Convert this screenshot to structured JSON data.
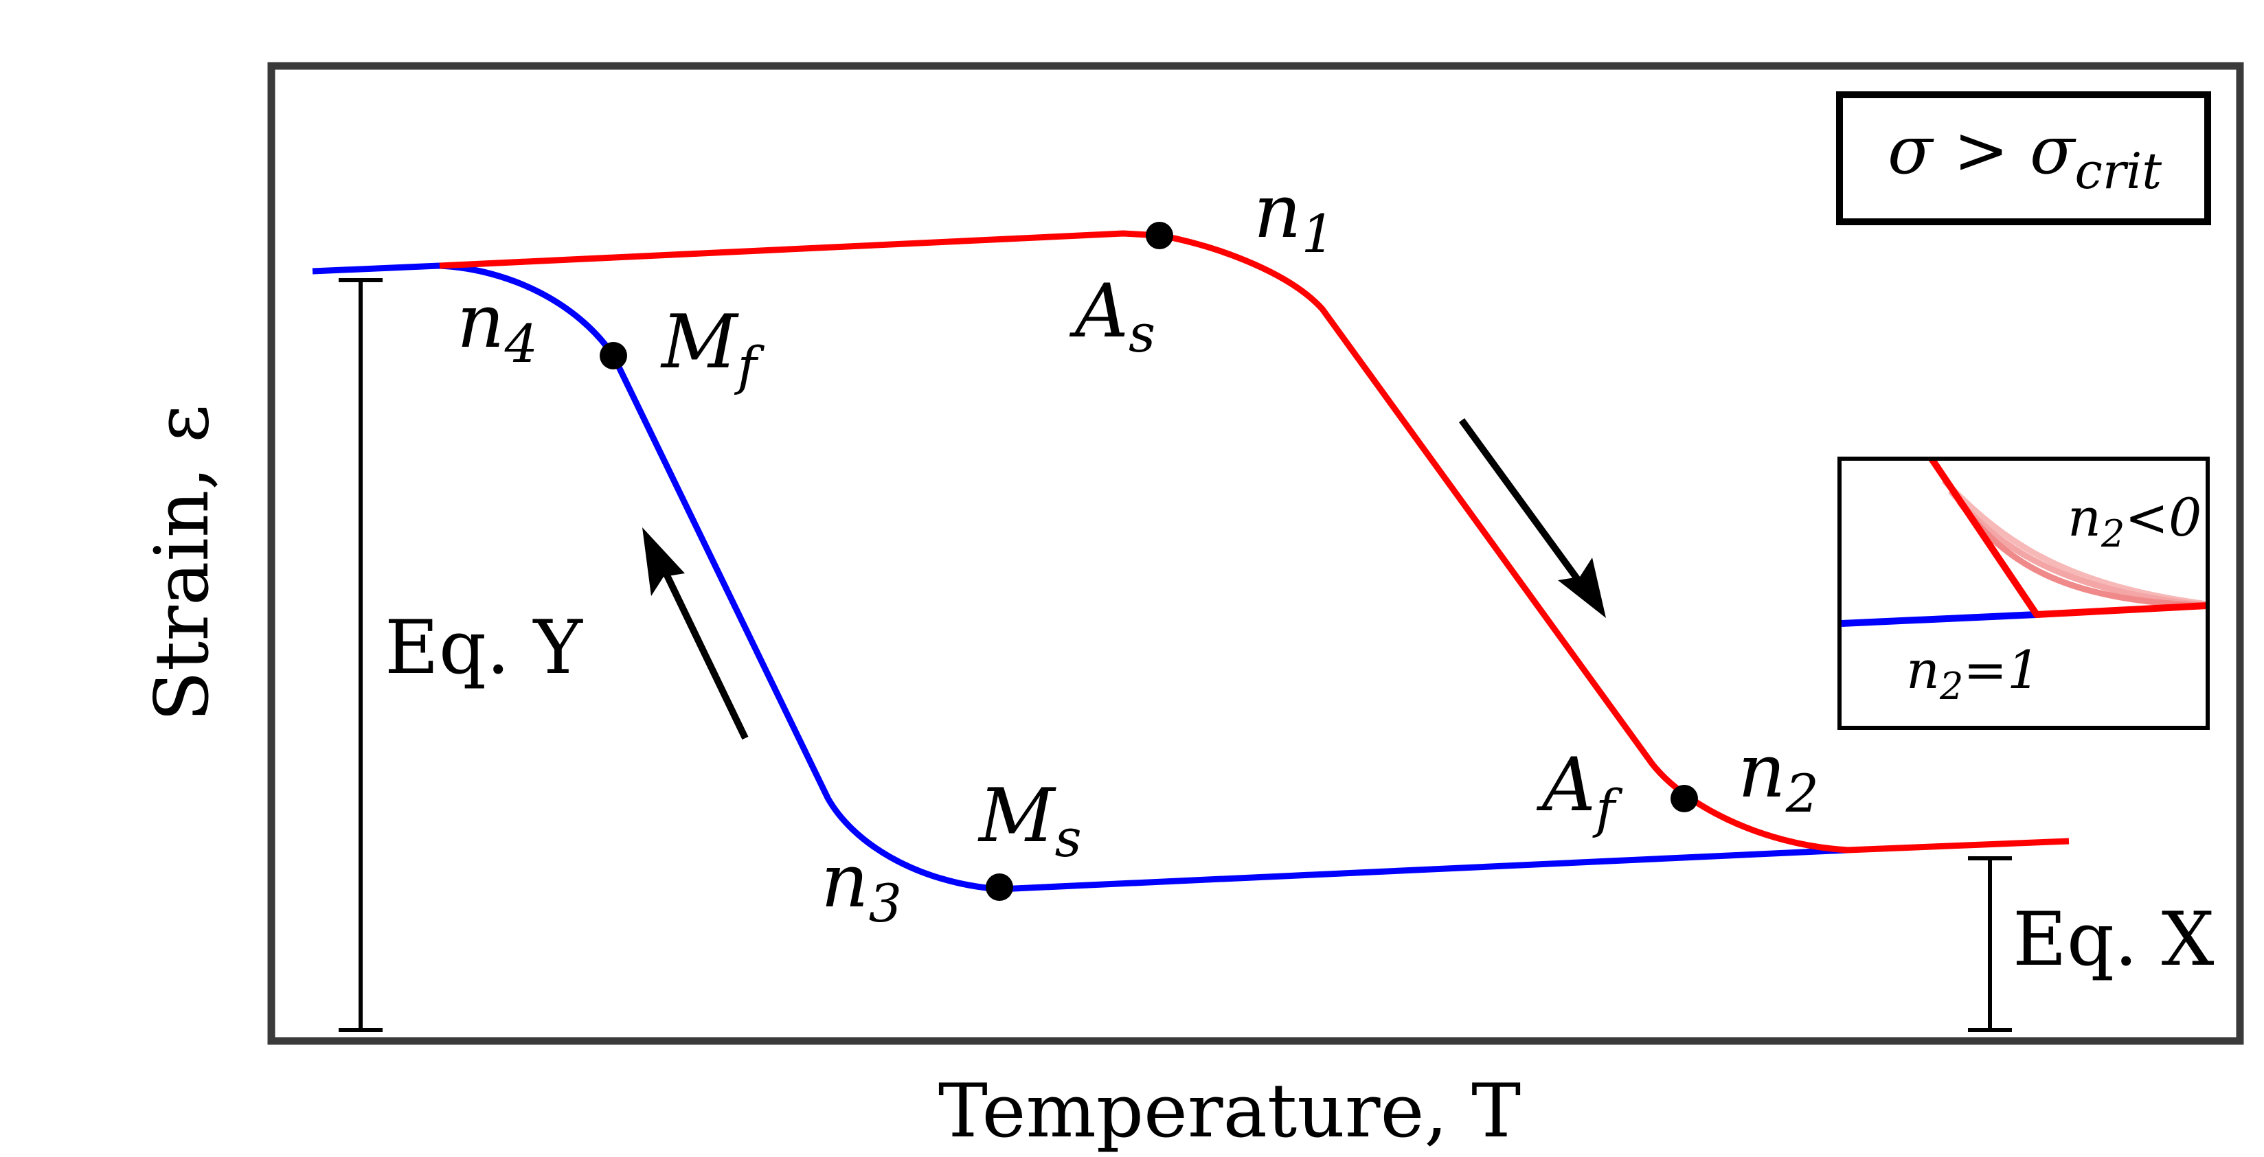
{
  "diagram": {
    "title": "Strain–temperature hysteresis of shape memory alloy",
    "axes": {
      "y_label": "Strain, ε",
      "x_label": "Temperature, T"
    },
    "condition_box": {
      "base": "σ > σ",
      "sub": "crit"
    },
    "points": [
      {
        "id": "As",
        "base": "A",
        "sub": "s"
      },
      {
        "id": "Af",
        "base": "A",
        "sub": "f"
      },
      {
        "id": "Ms",
        "base": "M",
        "sub": "s"
      },
      {
        "id": "Mf",
        "base": "M",
        "sub": "f"
      }
    ],
    "exponents": [
      {
        "id": "n1",
        "base": "n",
        "sub": "1"
      },
      {
        "id": "n2",
        "base": "n",
        "sub": "2"
      },
      {
        "id": "n3",
        "base": "n",
        "sub": "3"
      },
      {
        "id": "n4",
        "base": "n",
        "sub": "4"
      }
    ],
    "equations": {
      "eq_y": "Eq. Y",
      "eq_x": "Eq. X"
    },
    "inset": {
      "label_neg": {
        "base": "n",
        "sub": "2",
        "rest": "<0"
      },
      "label_one": {
        "base": "n",
        "sub": "2",
        "rest": "=1"
      }
    },
    "colors": {
      "heating": "#ff0000",
      "cooling": "#0000ff",
      "frame": "#3a3a3a",
      "ink": "#000000",
      "inset_faded": "#f7b8b8",
      "inset_mid": "#f08a8a"
    }
  }
}
